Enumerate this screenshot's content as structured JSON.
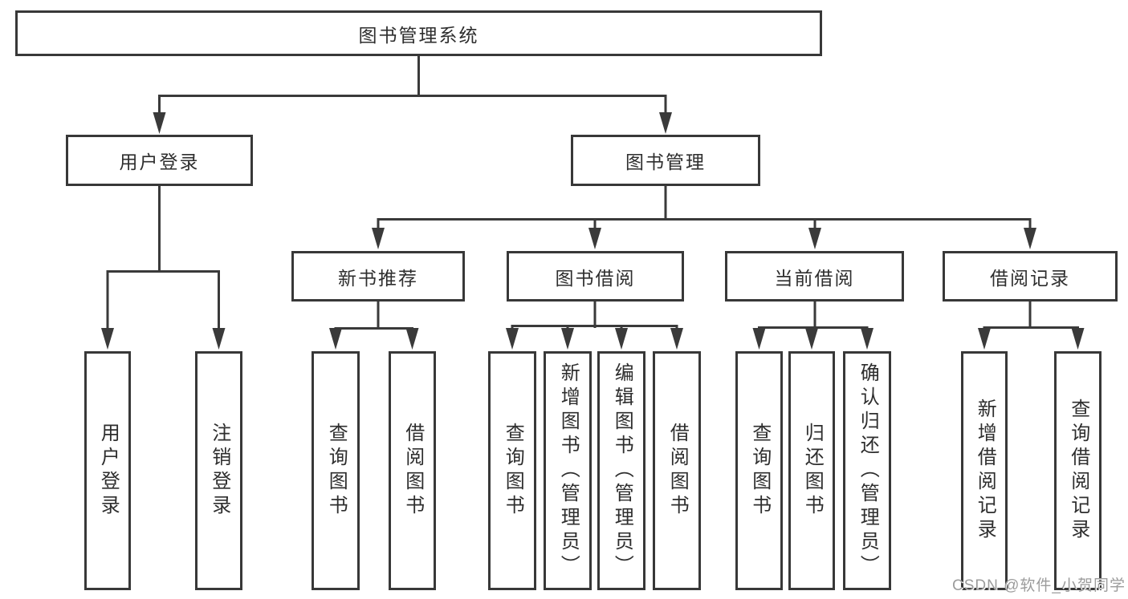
{
  "tree": {
    "root": "图书管理系统",
    "branches": [
      {
        "label": "用户登录",
        "children": [
          "用户登录",
          "注销登录"
        ]
      },
      {
        "label": "图书管理",
        "modules": [
          {
            "label": "新书推荐",
            "children": [
              "查询图书",
              "借阅图书"
            ]
          },
          {
            "label": "图书借阅",
            "children": [
              "查询图书",
              "新增图书（管理员）",
              "编辑图书（管理员）",
              "借阅图书"
            ]
          },
          {
            "label": "当前借阅",
            "children": [
              "查询图书",
              "归还图书",
              "确认归还（管理员）"
            ]
          },
          {
            "label": "借阅记录",
            "children": [
              "新增借阅记录",
              "查询借阅记录"
            ]
          }
        ]
      }
    ]
  },
  "watermark": {
    "text": "CSDN @软件_小贺同学"
  },
  "colors": {
    "line": "#3a3a3a",
    "border": "#383838",
    "text": "#2e2e2e",
    "background": "#ffffff",
    "watermark": "#9c9c9c"
  }
}
